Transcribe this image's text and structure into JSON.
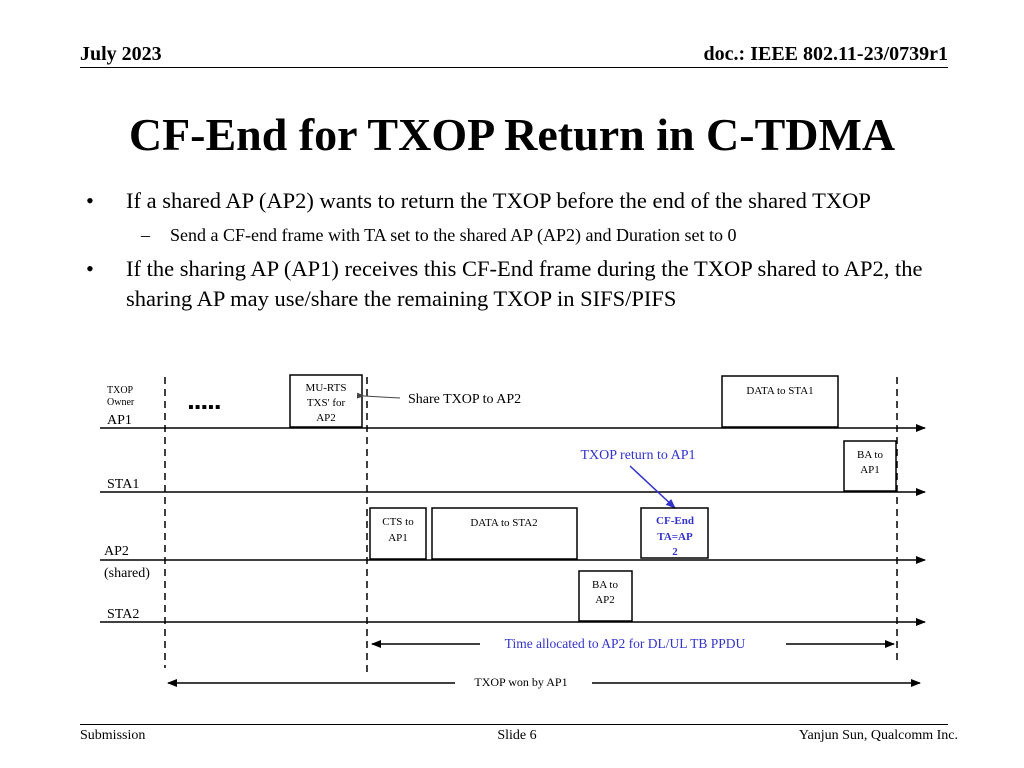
{
  "header": {
    "date": "July 2023",
    "doc": "doc.: IEEE 802.11-23/0739r1"
  },
  "title": "CF-End for TXOP Return in C-TDMA",
  "bullets": [
    {
      "text": "If a shared AP (AP2) wants to return the TXOP before the end of the shared TXOP",
      "sub": "Send a CF-end frame with TA set to the shared AP (AP2) and Duration set to 0"
    },
    {
      "text": "If the sharing AP (AP1) receives this CF-End frame during the TXOP shared to AP2, the sharing AP may use/share the remaining TXOP in SIFS/PIFS"
    }
  ],
  "diagram": {
    "txop_owner_1": "TXOP",
    "txop_owner_2": "Owner",
    "ellipsis": "▪▪▪▪▪",
    "rows": {
      "ap1": "AP1",
      "sta1": "STA1",
      "ap2": "AP2",
      "ap2_shared": "(shared)",
      "sta2": "STA2"
    },
    "frames": {
      "mu_rts": [
        "MU-RTS",
        "TXS' for",
        "AP2"
      ],
      "data_sta1": "DATA to STA1",
      "ba_ap1": [
        "BA to",
        "AP1"
      ],
      "cts_ap1": [
        "CTS to",
        "AP1"
      ],
      "data_sta2": "DATA to STA2",
      "cf_end": [
        "CF-End",
        "TA=AP",
        "2"
      ],
      "ba_ap2": [
        "BA to",
        "AP2"
      ]
    },
    "annotations": {
      "share_txop": "Share TXOP to AP2",
      "txop_return": "TXOP return to AP1",
      "time_allocated": "Time allocated to AP2 for DL/UL TB PPDU",
      "txop_won": "TXOP won by AP1"
    },
    "colors": {
      "accent_blue": "#3333cc",
      "line": "#000000"
    }
  },
  "footer": {
    "left": "Submission",
    "center": "Slide 6",
    "right": "Yanjun Sun, Qualcomm Inc."
  }
}
